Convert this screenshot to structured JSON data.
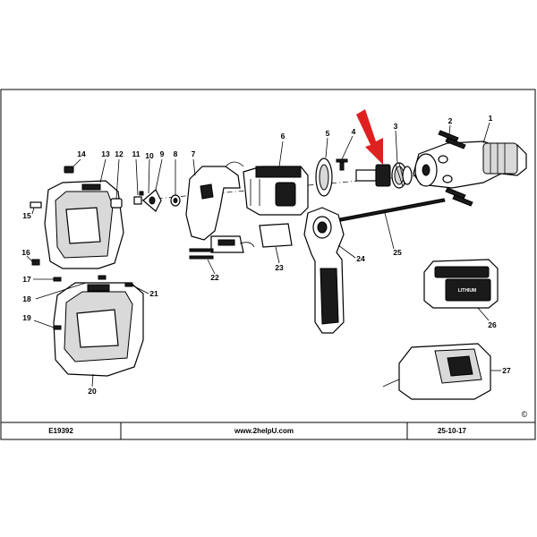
{
  "footer": {
    "model": "E19392",
    "website": "www.2helpU.com",
    "date": "25-10-17"
  },
  "copyright_symbol": "©",
  "battery_badge": "LITHIUM",
  "highlight_color": "#e02020",
  "callouts": [
    "1",
    "2",
    "3",
    "4",
    "5",
    "6",
    "7",
    "8",
    "9",
    "10",
    "11",
    "12",
    "13",
    "14",
    "15",
    "16",
    "17",
    "18",
    "19",
    "20",
    "21",
    "22",
    "23",
    "24",
    "25",
    "26",
    "27"
  ]
}
